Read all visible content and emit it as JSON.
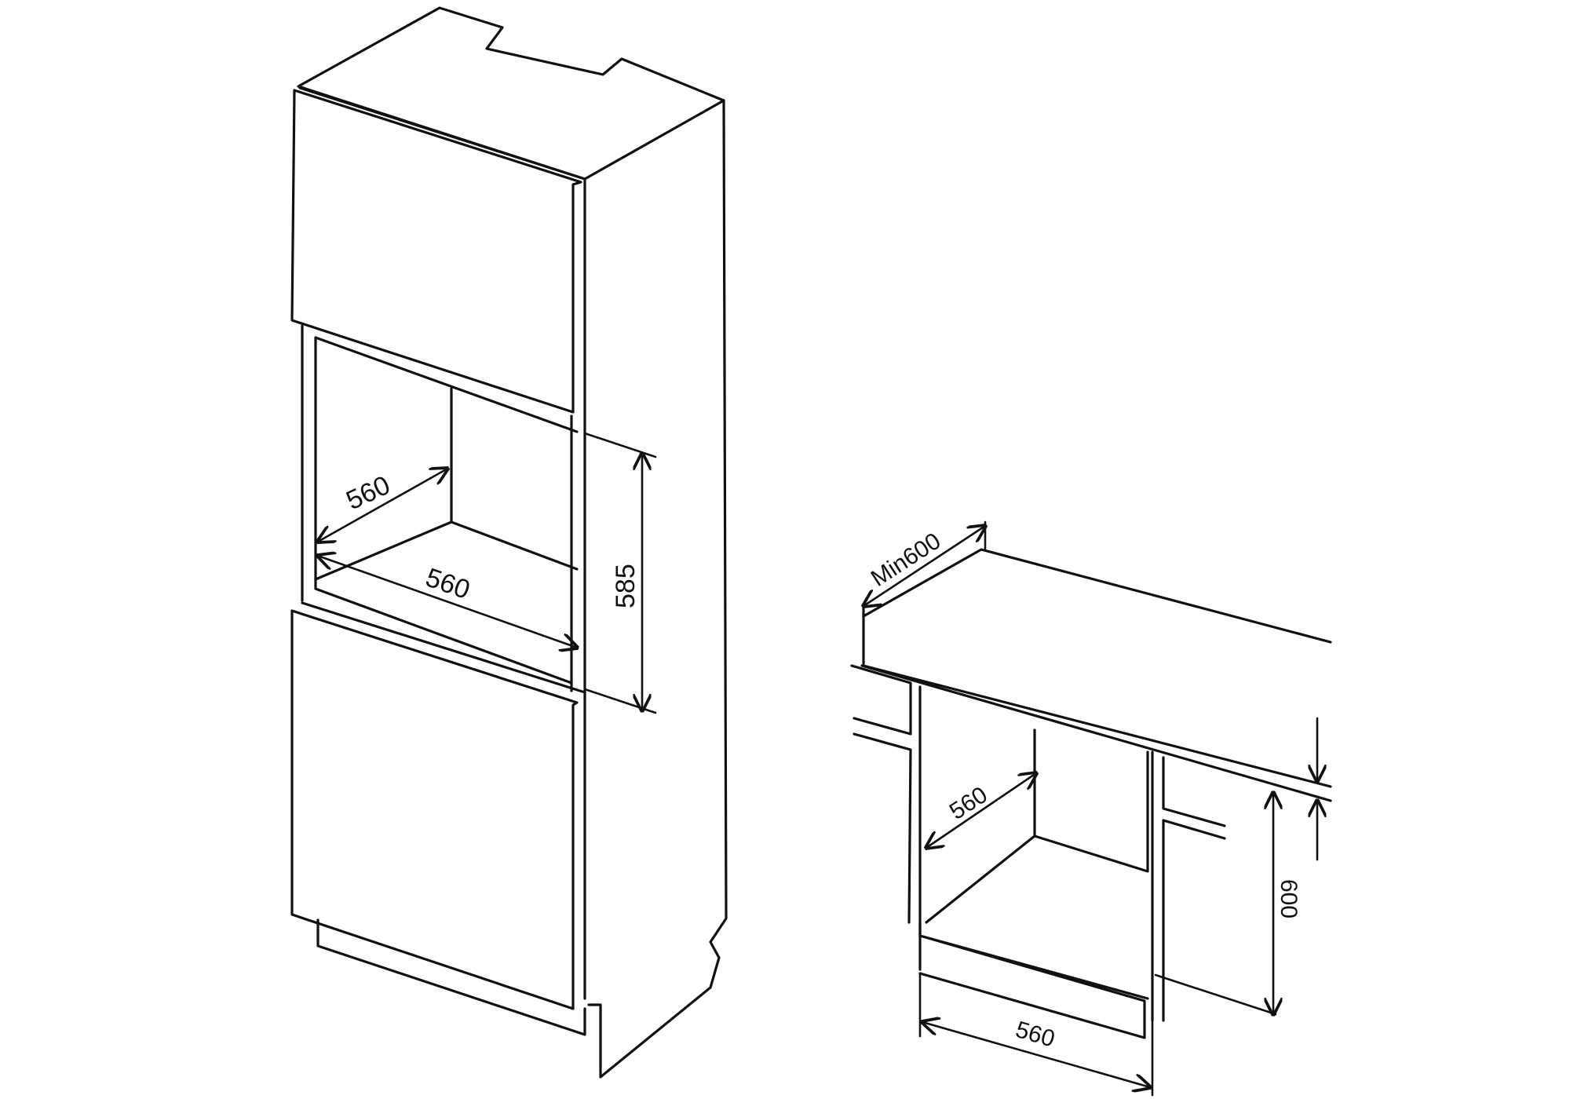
{
  "tall_cabinet": {
    "depth_label": "560",
    "width_label": "560",
    "height_label": "585"
  },
  "under_counter": {
    "counter_label": "Min600",
    "depth_label": "560",
    "width_label": "560",
    "height_label": "600"
  },
  "colors": {
    "line": "#111111",
    "background": "#ffffff"
  }
}
